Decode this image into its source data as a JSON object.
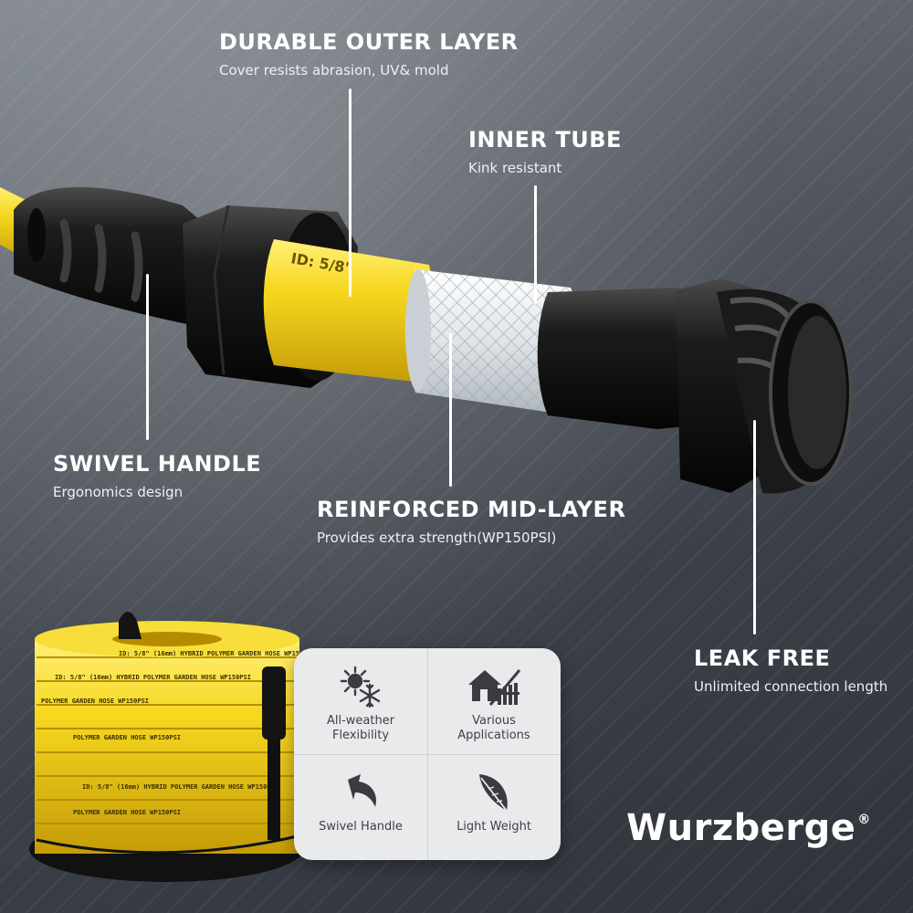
{
  "callouts": {
    "durable_outer_layer": {
      "title": "DURABLE OUTER LAYER",
      "subtitle": "Cover resists abrasion,  UV& mold"
    },
    "inner_tube": {
      "title": "INNER TUBE",
      "subtitle": "Kink resistant"
    },
    "swivel_handle": {
      "title": "SWIVEL HANDLE",
      "subtitle": "Ergonomics design"
    },
    "reinforced_mid_layer": {
      "title": "REINFORCED MID-LAYER",
      "subtitle": "Provides extra strength(WP150PSI)"
    },
    "leak_free": {
      "title": "LEAK FREE",
      "subtitle": "Unlimited connection length"
    }
  },
  "hose_print": {
    "id_mark": "ID: 5/8\"",
    "line_full": "ID: 5/8\" (16mm) HYBRID POLYMER GARDEN HOSE WP150PSI",
    "line_short": "POLYMER GARDEN HOSE WP150PSI"
  },
  "features": [
    {
      "label": "All-weather Flexibility",
      "icon": "snowflake-sun-icon"
    },
    {
      "label": "Various Applications",
      "icon": "house-fence-icon"
    },
    {
      "label": "Swivel Handle",
      "icon": "swivel-arrow-icon"
    },
    {
      "label": "Light Weight",
      "icon": "feather-icon"
    }
  ],
  "brand": {
    "name": "Wurzberge",
    "mark": "®"
  },
  "colors": {
    "hose_yellow": "#f6d21e",
    "fitting_black": "#141414",
    "mesh_white": "#e8ecef"
  }
}
